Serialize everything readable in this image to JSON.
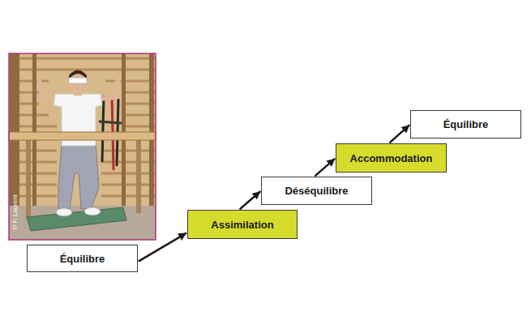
{
  "diagram": {
    "nodes": [
      {
        "text": [
          "Équilibre"
        ]
      },
      {
        "text": [
          "Assimilation"
        ]
      },
      {
        "text": [
          "Déséquilibre"
        ]
      },
      {
        "text": [
          "Accommodation"
        ]
      },
      {
        "text": [
          "Équilibre"
        ]
      }
    ],
    "edges": [
      {
        "from": 0,
        "to": 1,
        "arrow": "to"
      },
      {
        "from": 1,
        "to": 2,
        "arrow": "to"
      },
      {
        "from": 2,
        "to": 3,
        "arrow": "to"
      },
      {
        "from": 3,
        "to": 4,
        "arrow": "to"
      }
    ],
    "labels": [
      "© F. Laurent"
    ]
  }
}
